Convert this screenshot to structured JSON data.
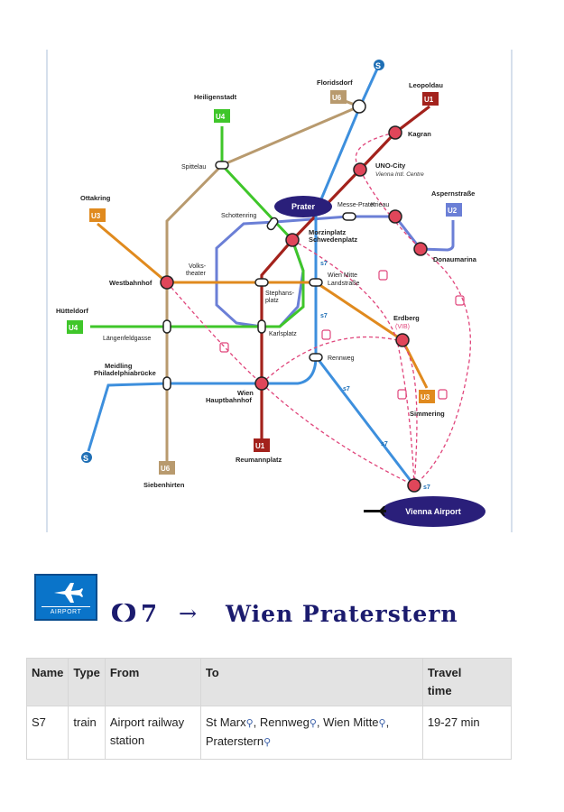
{
  "map": {
    "stations": {
      "heiligenstadt": "Heiligenstadt",
      "floridsdorf": "Floridsdorf",
      "leopoldau": "Leopoldau",
      "kagran": "Kagran",
      "uno_city": "UNO-City",
      "uno_city_sub": "Vienna Intl. Centre",
      "aspernstrasse": "Aspernstraße",
      "ottakring": "Ottakring",
      "spittelau": "Spittelau",
      "schottenring": "Schottenring",
      "messe_prater": "Messe-Prater",
      "krieau": "Krieau",
      "praterstern_l1": "Morzinplatz",
      "praterstern_l2": "Schwedenplatz",
      "donaumarina": "Donaumarina",
      "volkstheater_l1": "Volks-",
      "volkstheater_l2": "theater",
      "westbahnhof": "Westbahnhof",
      "stephansplatz_l1": "Stephans-",
      "stephansplatz_l2": "platz",
      "wien_mitte_l1": "Wien Mitte",
      "wien_mitte_l2": "Landstraße",
      "huetteldorf": "Hütteldorf",
      "laengenfeldgasse": "Längenfeldgasse",
      "karlsplatz": "Karlsplatz",
      "erdberg": "Erdberg",
      "erdberg_sub": "(VIB)",
      "meidling_l1": "Meidling",
      "meidling_l2": "Philadelphiabrücke",
      "rennweg": "Rennweg",
      "hauptbahnhof_l1": "Wien",
      "hauptbahnhof_l2": "Hauptbahnhof",
      "simmering": "Simmering",
      "reumannplatz": "Reumannplatz",
      "siebenhirten": "Siebenhirten"
    },
    "lines": {
      "u1": "U1",
      "u2": "U2",
      "u3": "U3",
      "u4": "U4",
      "u6": "U6",
      "s7": "s7"
    },
    "prater_label": "Prater",
    "airport_label": "Vienna Airport",
    "colors": {
      "u1": "#a3221c",
      "u2": "#6b7fd6",
      "u3": "#e08a1e",
      "u4": "#3fc62a",
      "u6": "#b89a6e",
      "s7": "#3d8fdd",
      "bus": "#e0457b",
      "oval": "#2a1f7a"
    }
  },
  "route": {
    "sign_label": "AIRPORT",
    "sign_icon": "airplane-icon",
    "line_logo": "s-bahn-icon",
    "line_number": "7",
    "arrow": "→",
    "destination": "Wien Praterstern"
  },
  "table": {
    "headers": {
      "name": "Name",
      "type": "Type",
      "from": "From",
      "to": "To",
      "time_l1": "Travel",
      "time_l2": "time"
    },
    "row": {
      "name": "S7",
      "type": "train",
      "from_l1": "Airport railway",
      "from_l2": "station",
      "to_1": "St Marx",
      "to_2": "Rennweg",
      "to_3": "Wien Mitte",
      "to_4": "Praterstern",
      "time": "19-27 min"
    },
    "pin_icon": "map-pin-icon"
  }
}
